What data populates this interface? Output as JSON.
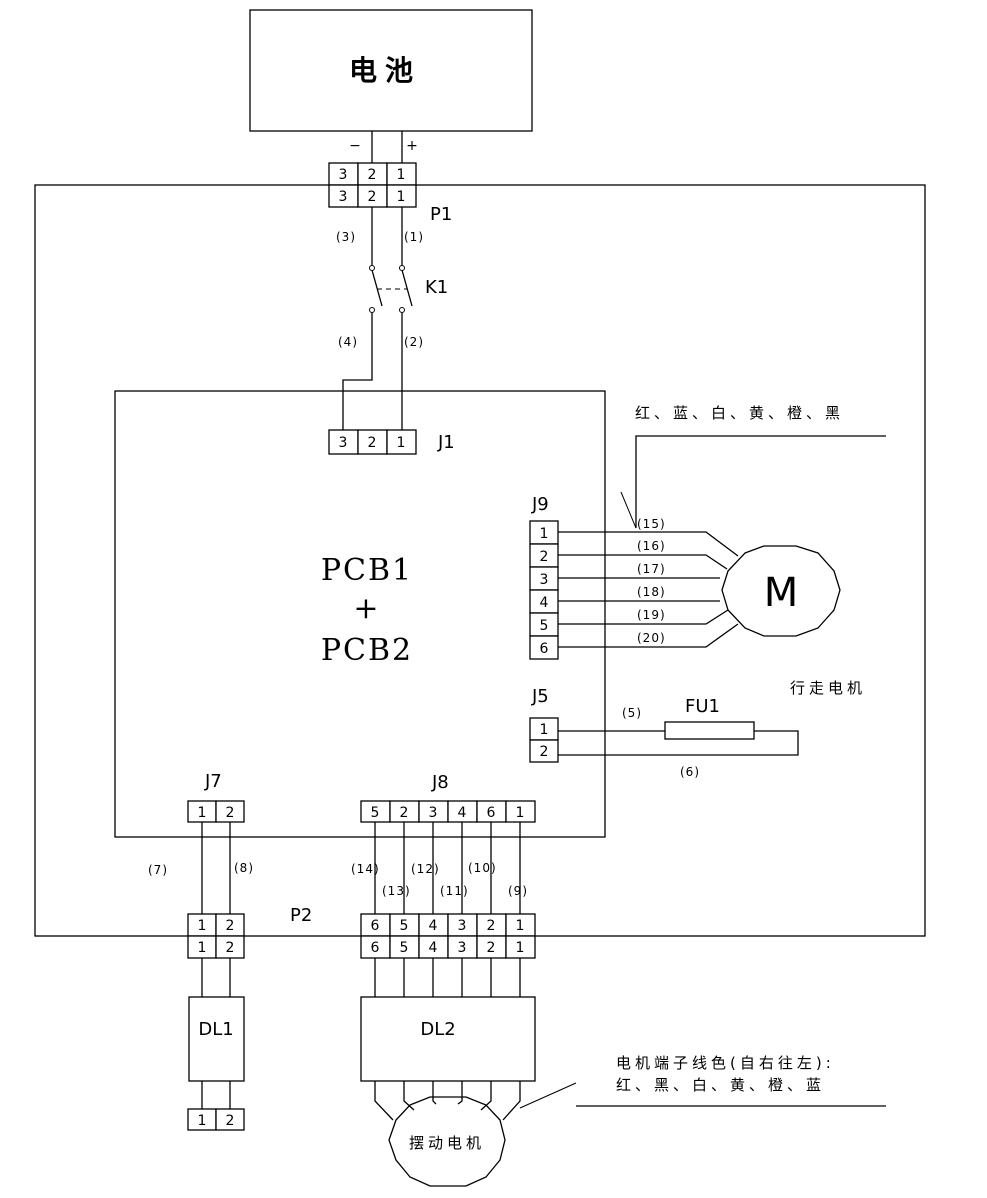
{
  "battery": {
    "label": "电池",
    "minus": "−",
    "plus": "+"
  },
  "p1": {
    "label": "P1",
    "pins": [
      "3",
      "2",
      "1"
    ]
  },
  "k1": {
    "label": "K1"
  },
  "j1": {
    "label": "J1",
    "pins": [
      "3",
      "2",
      "1"
    ]
  },
  "pcb": {
    "line1": "PCB1",
    "line2": "+",
    "line3": "PCB2"
  },
  "j9": {
    "label": "J9",
    "pins": [
      "1",
      "2",
      "3",
      "4",
      "5",
      "6"
    ]
  },
  "j5": {
    "label": "J5",
    "pins": [
      "1",
      "2"
    ]
  },
  "j7": {
    "label": "J7",
    "pins": [
      "1",
      "2"
    ]
  },
  "j8": {
    "label": "J8",
    "pins": [
      "5",
      "2",
      "3",
      "4",
      "6",
      "1"
    ]
  },
  "p2": {
    "label": "P2",
    "pins": [
      "6",
      "5",
      "4",
      "3",
      "2",
      "1"
    ],
    "left_pins": [
      "1",
      "2"
    ]
  },
  "fu1": {
    "label": "FU1"
  },
  "dl1": {
    "label": "DL1",
    "pins": [
      "1",
      "2"
    ]
  },
  "dl2": {
    "label": "DL2"
  },
  "travel_motor": {
    "symbol": "M",
    "label": "行走电机",
    "colors": "红、蓝、白、黄、橙、黑"
  },
  "swing_motor": {
    "label": "摆动电机",
    "note_line1": "电机端子线色(自右往左):",
    "note_line2": "红、黑、白、黄、橙、蓝"
  },
  "wires": {
    "w1": "(1)",
    "w2": "(2)",
    "w3": "(3)",
    "w4": "(4)",
    "w5": "(5)",
    "w6": "(6)",
    "w7": "(7)",
    "w8": "(8)",
    "w9": "(9)",
    "w10": "(10)",
    "w11": "(11)",
    "w12": "(12)",
    "w13": "(13)",
    "w14": "(14)",
    "w15": "(15)",
    "w16": "(16)",
    "w17": "(17)",
    "w18": "(18)",
    "w19": "(19)",
    "w20": "(20)"
  }
}
